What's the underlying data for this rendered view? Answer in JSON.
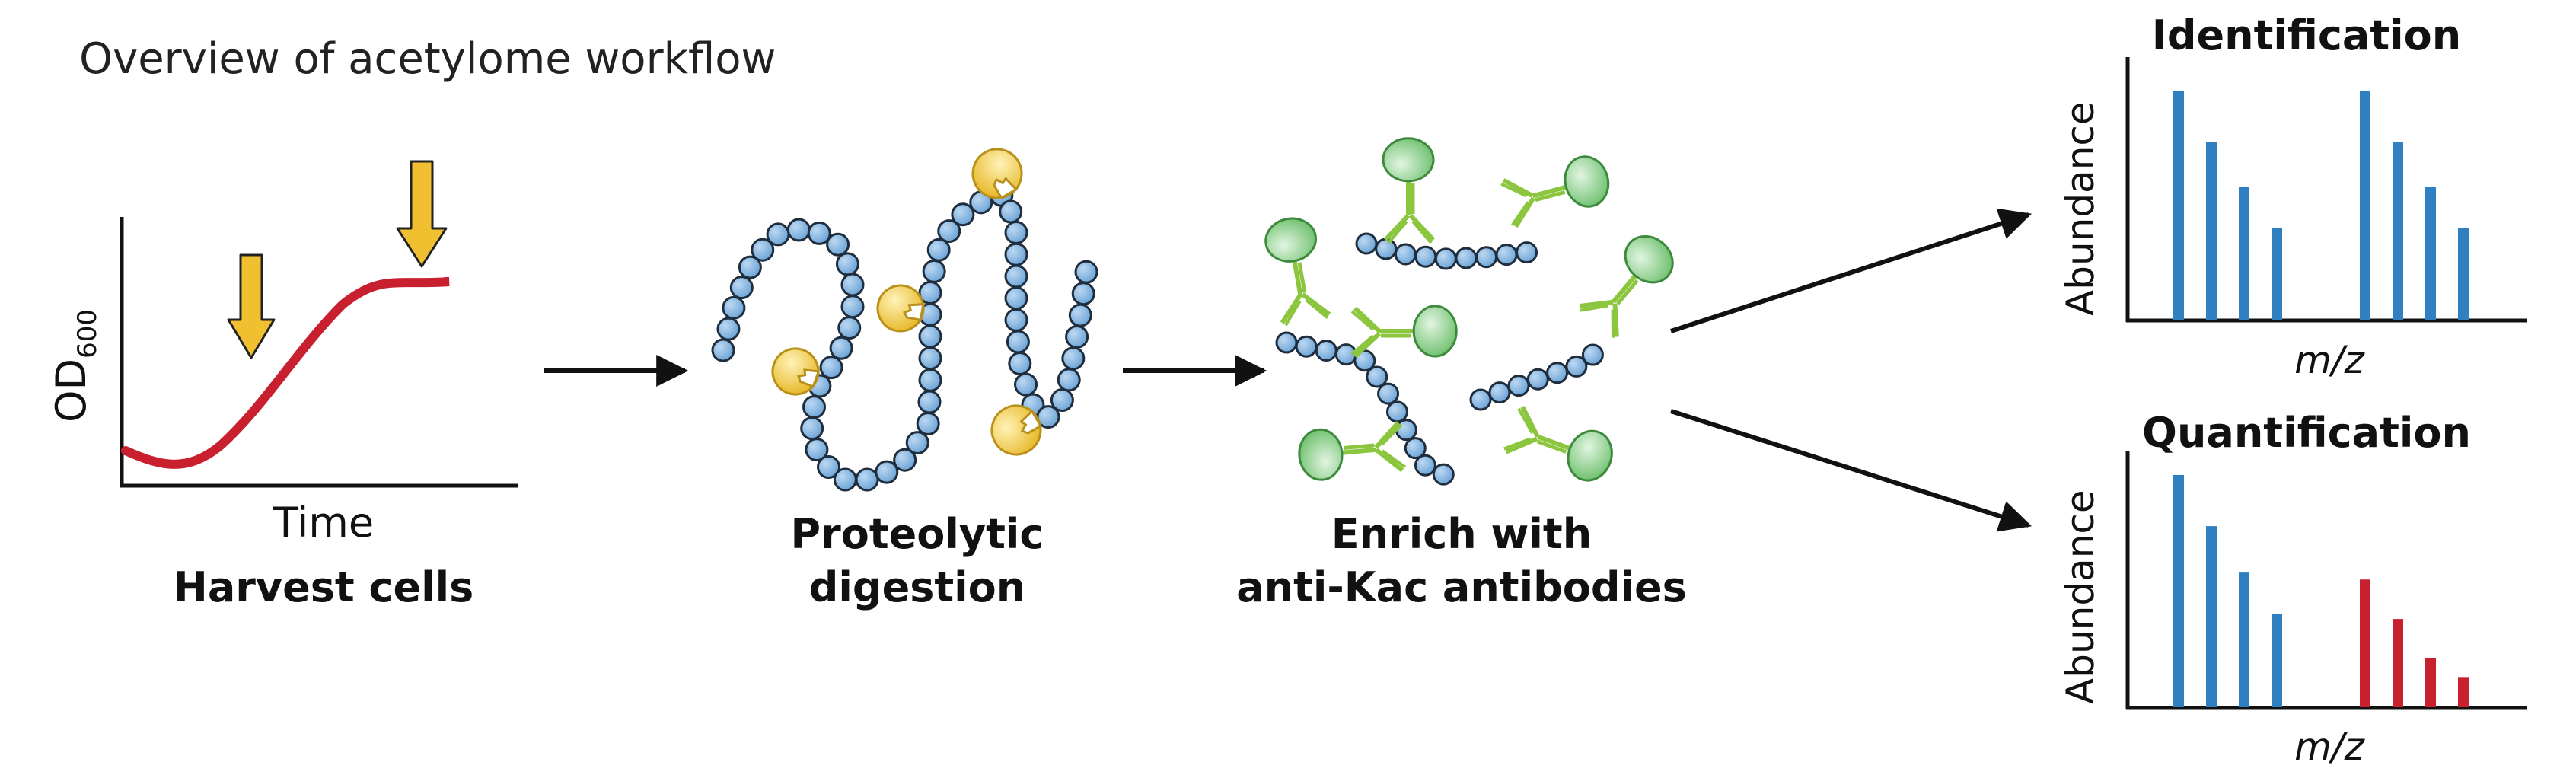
{
  "title": "Overview of acetylome workflow",
  "growth_plot": {
    "ylabel_main": "OD",
    "ylabel_sub": "600",
    "xlabel": "Time",
    "caption": "Harvest cells",
    "curve_color": "#c8202e",
    "arrow_color": "#f0c030"
  },
  "digestion": {
    "caption_line1": "Proteolytic",
    "caption_line2": "digestion",
    "bead_color": "#7fb2e0",
    "enzyme_color": "#f2c63a"
  },
  "enrichment": {
    "caption_line1": "Enrich with",
    "caption_line2": "anti-Kac antibodies",
    "antibody_color": "#8cc63f",
    "bead_ball_color": "#8fd08f"
  },
  "identification": {
    "title": "Identification",
    "ylabel": "Abundance",
    "xlabel": "m/z",
    "bar_color": "#2f7fc1",
    "chart_data": {
      "type": "bar",
      "values": [
        1.0,
        0.78,
        0.58,
        0.4,
        1.0,
        0.78,
        0.58,
        0.4
      ]
    }
  },
  "quantification": {
    "title": "Quantification",
    "ylabel": "Abundance",
    "xlabel": "m/z",
    "bar_color_light": "#2f7fc1",
    "bar_color_heavy": "#c8202e",
    "chart_data": {
      "type": "bar",
      "values_light": [
        1.0,
        0.78,
        0.58,
        0.4
      ],
      "values_heavy": [
        0.55,
        0.38,
        0.21,
        0.13
      ]
    }
  }
}
